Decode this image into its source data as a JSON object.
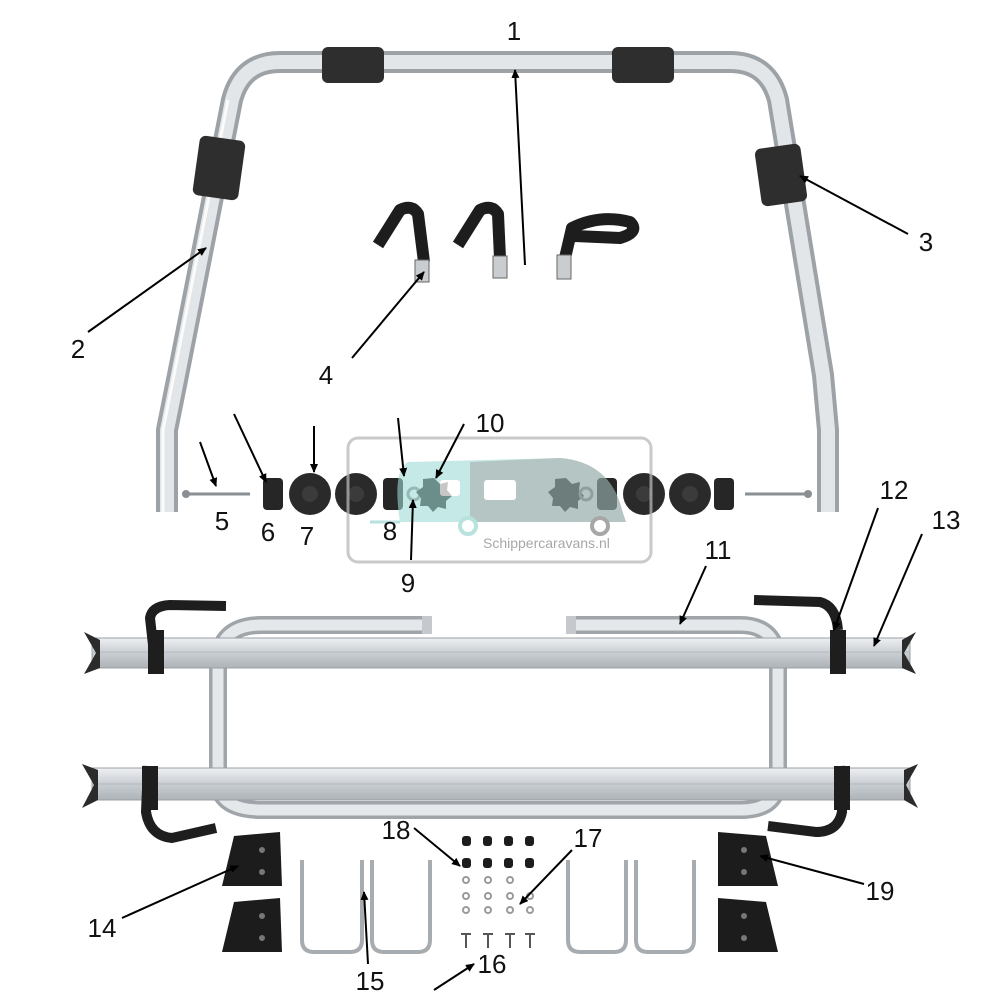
{
  "watermark": {
    "text": "Schippercaravans.nl"
  },
  "callouts": [
    "1",
    "2",
    "3",
    "4",
    "5",
    "6",
    "7",
    "8",
    "9",
    "10",
    "11",
    "12",
    "13",
    "14",
    "15",
    "16",
    "17",
    "18",
    "19"
  ]
}
